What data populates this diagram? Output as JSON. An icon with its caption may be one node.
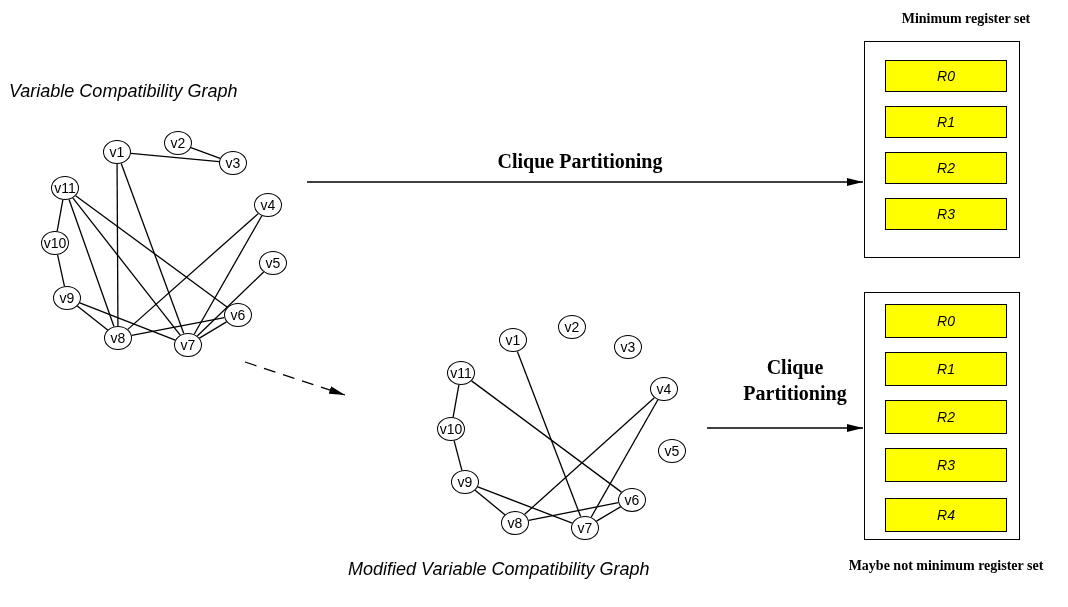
{
  "diagram": {
    "nodes": [
      {
        "text": [
          "Variable Compatibility Graph"
        ]
      },
      {
        "text": [
          "v1"
        ],
        "in": 0
      },
      {
        "text": [
          "v2"
        ],
        "in": 0
      },
      {
        "text": [
          "v3"
        ],
        "in": 0
      },
      {
        "text": [
          "v4"
        ],
        "in": 0
      },
      {
        "text": [
          "v5"
        ],
        "in": 0
      },
      {
        "text": [
          "v6"
        ],
        "in": 0
      },
      {
        "text": [
          "v7"
        ],
        "in": 0
      },
      {
        "text": [
          "v8"
        ],
        "in": 0
      },
      {
        "text": [
          "v9"
        ],
        "in": 0
      },
      {
        "text": [
          "v10"
        ],
        "in": 0
      },
      {
        "text": [
          "v11"
        ],
        "in": 0
      },
      {
        "text": [
          "Minimum register set"
        ]
      },
      {
        "text": [
          "R0"
        ],
        "in": 12
      },
      {
        "text": [
          "R1"
        ],
        "in": 12
      },
      {
        "text": [
          "R2"
        ],
        "in": 12
      },
      {
        "text": [
          "R3"
        ],
        "in": 12
      },
      {
        "text": [
          "Modified Variable Compatibility Graph"
        ]
      },
      {
        "text": [
          "v1"
        ],
        "in": 17
      },
      {
        "text": [
          "v2"
        ],
        "in": 17
      },
      {
        "text": [
          "v3"
        ],
        "in": 17
      },
      {
        "text": [
          "v4"
        ],
        "in": 17
      },
      {
        "text": [
          "v5"
        ],
        "in": 17
      },
      {
        "text": [
          "v6"
        ],
        "in": 17
      },
      {
        "text": [
          "v7"
        ],
        "in": 17
      },
      {
        "text": [
          "v8"
        ],
        "in": 17
      },
      {
        "text": [
          "v9"
        ],
        "in": 17
      },
      {
        "text": [
          "v10"
        ],
        "in": 17
      },
      {
        "text": [
          "v11"
        ],
        "in": 17
      },
      {
        "text": [
          "Maybe not minimum register set"
        ]
      },
      {
        "text": [
          "R0"
        ],
        "in": 29
      },
      {
        "text": [
          "R1"
        ],
        "in": 29
      },
      {
        "text": [
          "R2"
        ],
        "in": 29
      },
      {
        "text": [
          "R3"
        ],
        "in": 29
      },
      {
        "text": [
          "R4"
        ],
        "in": 29
      }
    ],
    "edges": [
      {
        "from": 0,
        "to": 12,
        "arrow": "to",
        "label": "Clique Partitioning"
      },
      {
        "from": 0,
        "to": 17,
        "arrow": "to",
        "style": "dashed"
      },
      {
        "from": 17,
        "to": 29,
        "arrow": "to",
        "label": "Clique Partitioning"
      },
      {
        "from": 1,
        "to": 3,
        "arrow": "none"
      },
      {
        "from": 2,
        "to": 3,
        "arrow": "none"
      },
      {
        "from": 1,
        "to": 8,
        "arrow": "none"
      },
      {
        "from": 1,
        "to": 7,
        "arrow": "none"
      },
      {
        "from": 11,
        "to": 10,
        "arrow": "none"
      },
      {
        "from": 10,
        "to": 9,
        "arrow": "none"
      },
      {
        "from": 11,
        "to": 8,
        "arrow": "none"
      },
      {
        "from": 11,
        "to": 7,
        "arrow": "none"
      },
      {
        "from": 11,
        "to": 6,
        "arrow": "none"
      },
      {
        "from": 9,
        "to": 8,
        "arrow": "none"
      },
      {
        "from": 9,
        "to": 7,
        "arrow": "none"
      },
      {
        "from": 4,
        "to": 8,
        "arrow": "none"
      },
      {
        "from": 4,
        "to": 7,
        "arrow": "none"
      },
      {
        "from": 5,
        "to": 7,
        "arrow": "none"
      },
      {
        "from": 8,
        "to": 6,
        "arrow": "none"
      },
      {
        "from": 7,
        "to": 6,
        "arrow": "none"
      },
      {
        "from": 28,
        "to": 27,
        "arrow": "none"
      },
      {
        "from": 27,
        "to": 26,
        "arrow": "none"
      },
      {
        "from": 28,
        "to": 23,
        "arrow": "none"
      },
      {
        "from": 18,
        "to": 24,
        "arrow": "none"
      },
      {
        "from": 21,
        "to": 25,
        "arrow": "none"
      },
      {
        "from": 21,
        "to": 24,
        "arrow": "none"
      },
      {
        "from": 26,
        "to": 25,
        "arrow": "none"
      },
      {
        "from": 26,
        "to": 24,
        "arrow": "none"
      },
      {
        "from": 25,
        "to": 23,
        "arrow": "none"
      },
      {
        "from": 24,
        "to": 23,
        "arrow": "none"
      }
    ]
  }
}
